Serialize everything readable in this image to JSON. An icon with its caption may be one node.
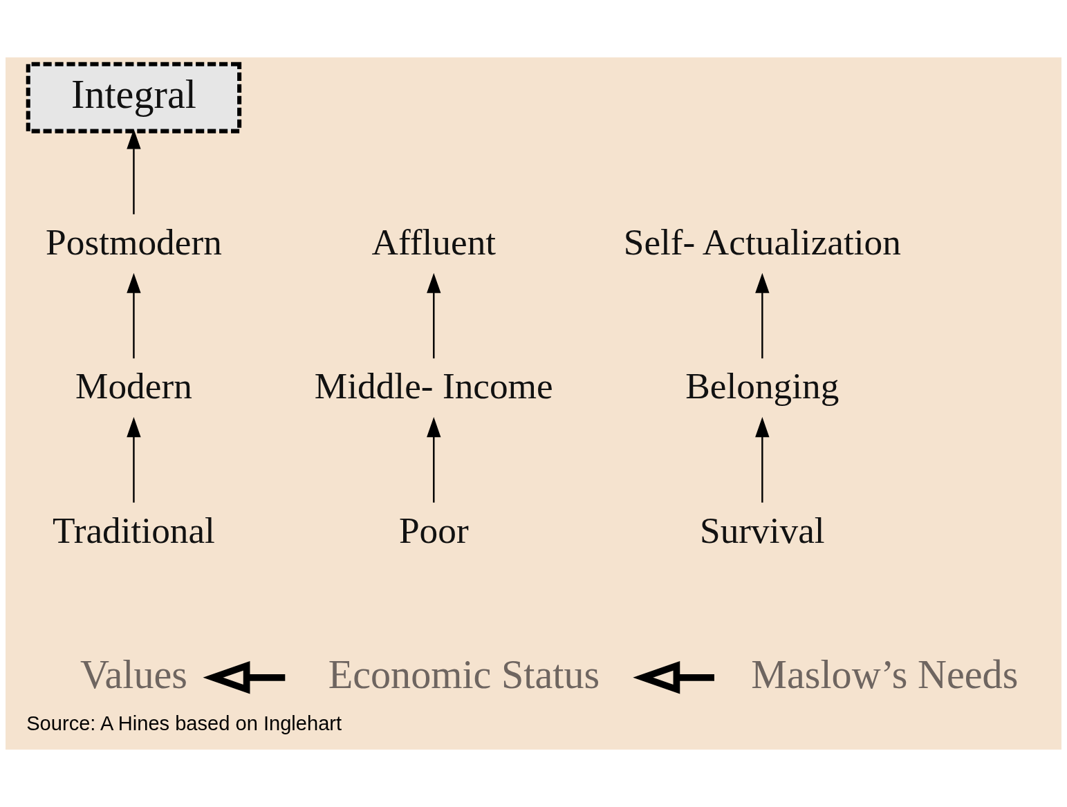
{
  "diagram": {
    "caption": "Source: A Hines based on Inglehart",
    "nodes": [
      {
        "text": [
          "Traditional"
        ]
      },
      {
        "text": [
          "Modern"
        ]
      },
      {
        "text": [
          "Postmodern"
        ]
      },
      {
        "text": [
          "Integral"
        ]
      },
      {
        "text": [
          "Poor"
        ]
      },
      {
        "text": [
          "Middle- Income"
        ]
      },
      {
        "text": [
          "Affluent"
        ]
      },
      {
        "text": [
          "Survival"
        ]
      },
      {
        "text": [
          "Belonging"
        ]
      },
      {
        "text": [
          "Self- Actualization"
        ]
      },
      {
        "text": [
          "Values"
        ]
      },
      {
        "text": [
          "Economic Status"
        ]
      },
      {
        "text": [
          "Maslow’s Needs"
        ]
      }
    ],
    "edges": [
      {
        "from": 0,
        "to": 1,
        "arrow": "to"
      },
      {
        "from": 1,
        "to": 2,
        "arrow": "to"
      },
      {
        "from": 2,
        "to": 3,
        "arrow": "to"
      },
      {
        "from": 4,
        "to": 5,
        "arrow": "to"
      },
      {
        "from": 5,
        "to": 6,
        "arrow": "to"
      },
      {
        "from": 7,
        "to": 8,
        "arrow": "to"
      },
      {
        "from": 8,
        "to": 9,
        "arrow": "to"
      },
      {
        "from": 12,
        "to": 11,
        "arrow": "to",
        "style": "thick"
      },
      {
        "from": 11,
        "to": 10,
        "arrow": "to",
        "style": "thick"
      }
    ]
  }
}
